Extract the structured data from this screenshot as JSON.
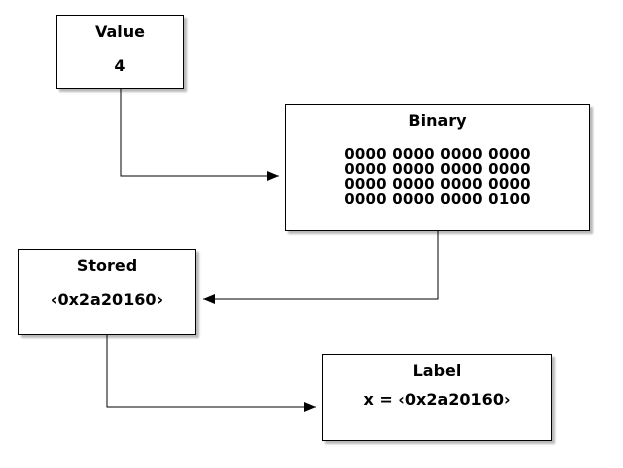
{
  "boxes": {
    "value": {
      "title": "Value",
      "content": "4"
    },
    "binary": {
      "title": "Binary",
      "lines": [
        "0000 0000 0000 0000",
        "0000 0000 0000 0000",
        "0000 0000 0000 0000",
        "0000 0000 0000 0100"
      ]
    },
    "stored": {
      "title": "Stored",
      "content": "‹0x2a20160›"
    },
    "label": {
      "title": "Label",
      "content": "x = ‹0x2a20160›"
    }
  },
  "colors": {
    "line": "#000000",
    "box_fill": "#ffffff",
    "shadow": "#b8b8b8"
  }
}
